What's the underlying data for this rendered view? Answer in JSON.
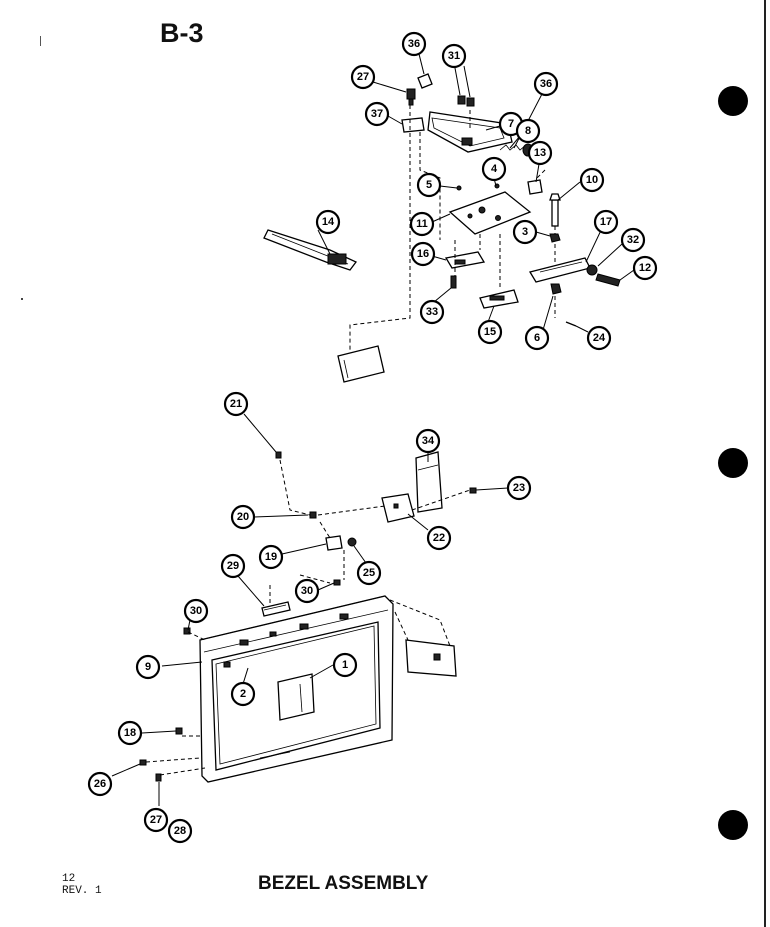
{
  "header": {
    "section": "B-3"
  },
  "footer": {
    "page_number": "12",
    "revision": "REV. 1",
    "title": "BEZEL ASSEMBLY"
  },
  "callouts": [
    "36",
    "31",
    "27",
    "36",
    "37",
    "7",
    "8",
    "13",
    "5",
    "4",
    "10",
    "11",
    "3",
    "17",
    "32",
    "14",
    "16",
    "12",
    "33",
    "15",
    "6",
    "24",
    "21",
    "34",
    "23",
    "20",
    "22",
    "19",
    "25",
    "29",
    "30",
    "30",
    "9",
    "1",
    "2",
    "18",
    "26",
    "27",
    "28"
  ]
}
